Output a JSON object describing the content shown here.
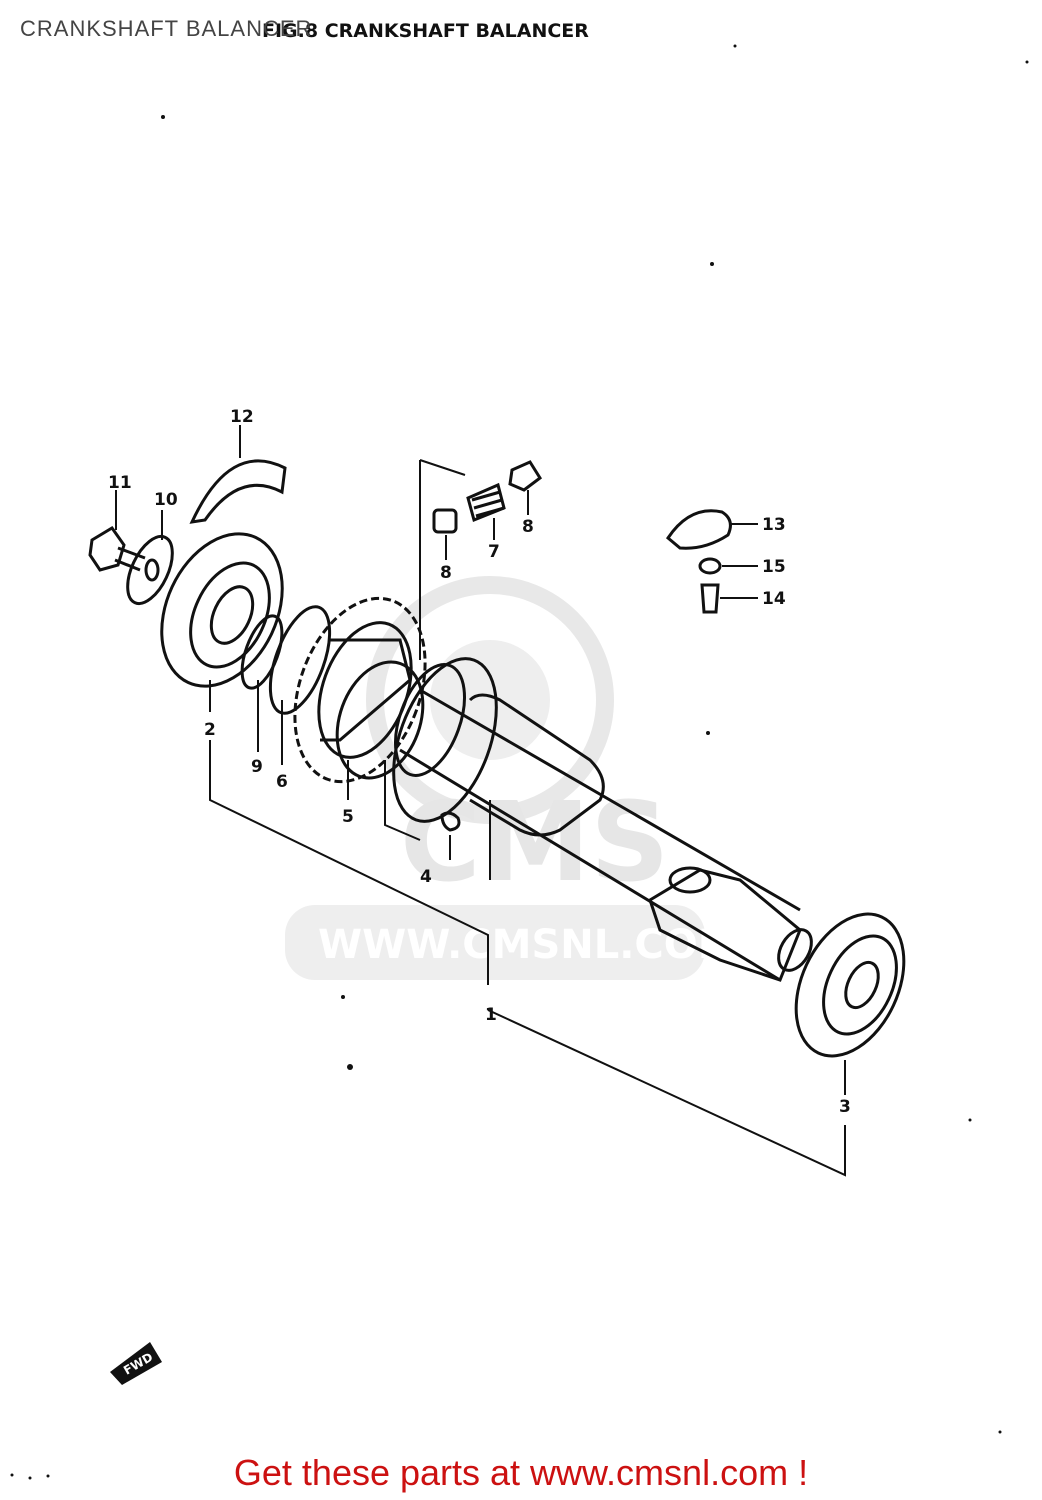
{
  "page": {
    "overlay_title": "CRANKSHAFT BALANCER",
    "figure_title": "FIG.8 CRANKSHAFT BALANCER",
    "footer_link": "Get these parts at www.cmsnl.com !"
  },
  "watermark": {
    "logo": "CMS",
    "url": "WWW.CMSNL.COM"
  },
  "fwd_arrow": "FWD",
  "callouts": {
    "c1": "1",
    "c2": "2",
    "c3": "3",
    "c4": "4",
    "c5": "5",
    "c6": "6",
    "c7": "7",
    "c8a": "8",
    "c8b": "8",
    "c9": "9",
    "c10": "10",
    "c11": "11",
    "c12": "12",
    "c13": "13",
    "c14": "14",
    "c15": "15"
  },
  "colors": {
    "line": "#111111",
    "footer": "#cc1111",
    "watermark": "#e6e6e6"
  }
}
